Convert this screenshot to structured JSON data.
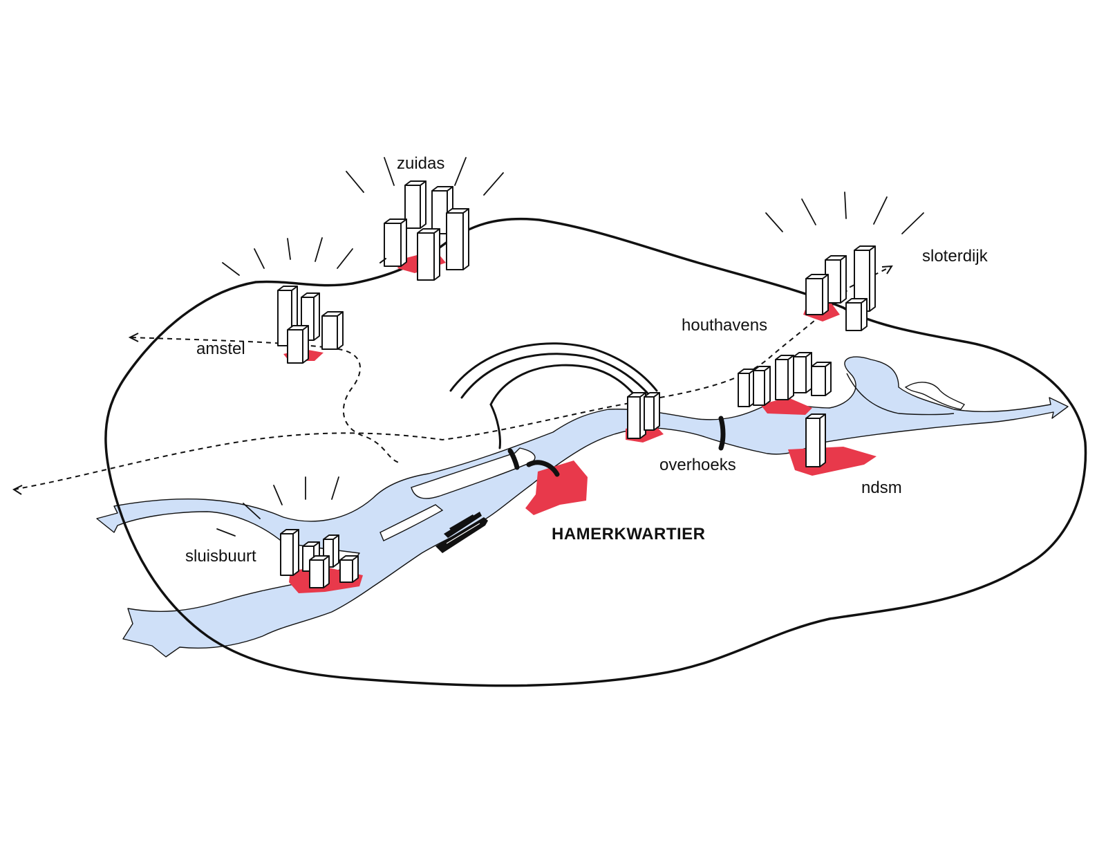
{
  "labels": {
    "zuidas": "zuidas",
    "sloterdijk": "sloterdijk",
    "houthavens": "houthavens",
    "amstel": "amstel",
    "overhoeks": "overhoeks",
    "ndsm": "ndsm",
    "hamerkwartier": "HAMERKWARTIER",
    "sluisbuurt": "sluisbuurt"
  },
  "colors": {
    "water": "#cfe0f8",
    "site": "#e8394b",
    "line": "#111111",
    "background": "#ffffff"
  }
}
